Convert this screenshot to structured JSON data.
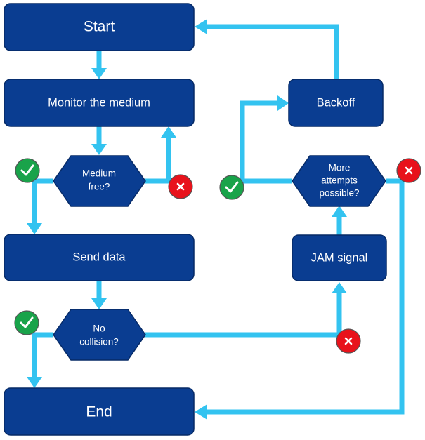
{
  "flowchart": {
    "start": "Start",
    "monitor": "Monitor the medium",
    "medium_free": [
      "Medium",
      "free?"
    ],
    "send_data": "Send data",
    "no_collision": [
      "No",
      "collision?"
    ],
    "end": "End",
    "backoff": "Backoff",
    "jam_signal": "JAM signal",
    "more_attempts": [
      "More",
      "attempts",
      "possible?"
    ]
  },
  "colors": {
    "node": "#0a3d91",
    "arrow": "#33c3f0",
    "yes": "#19a34a",
    "no": "#e8121b"
  },
  "icons": {
    "yes": "check-icon",
    "no": "cross-icon"
  }
}
